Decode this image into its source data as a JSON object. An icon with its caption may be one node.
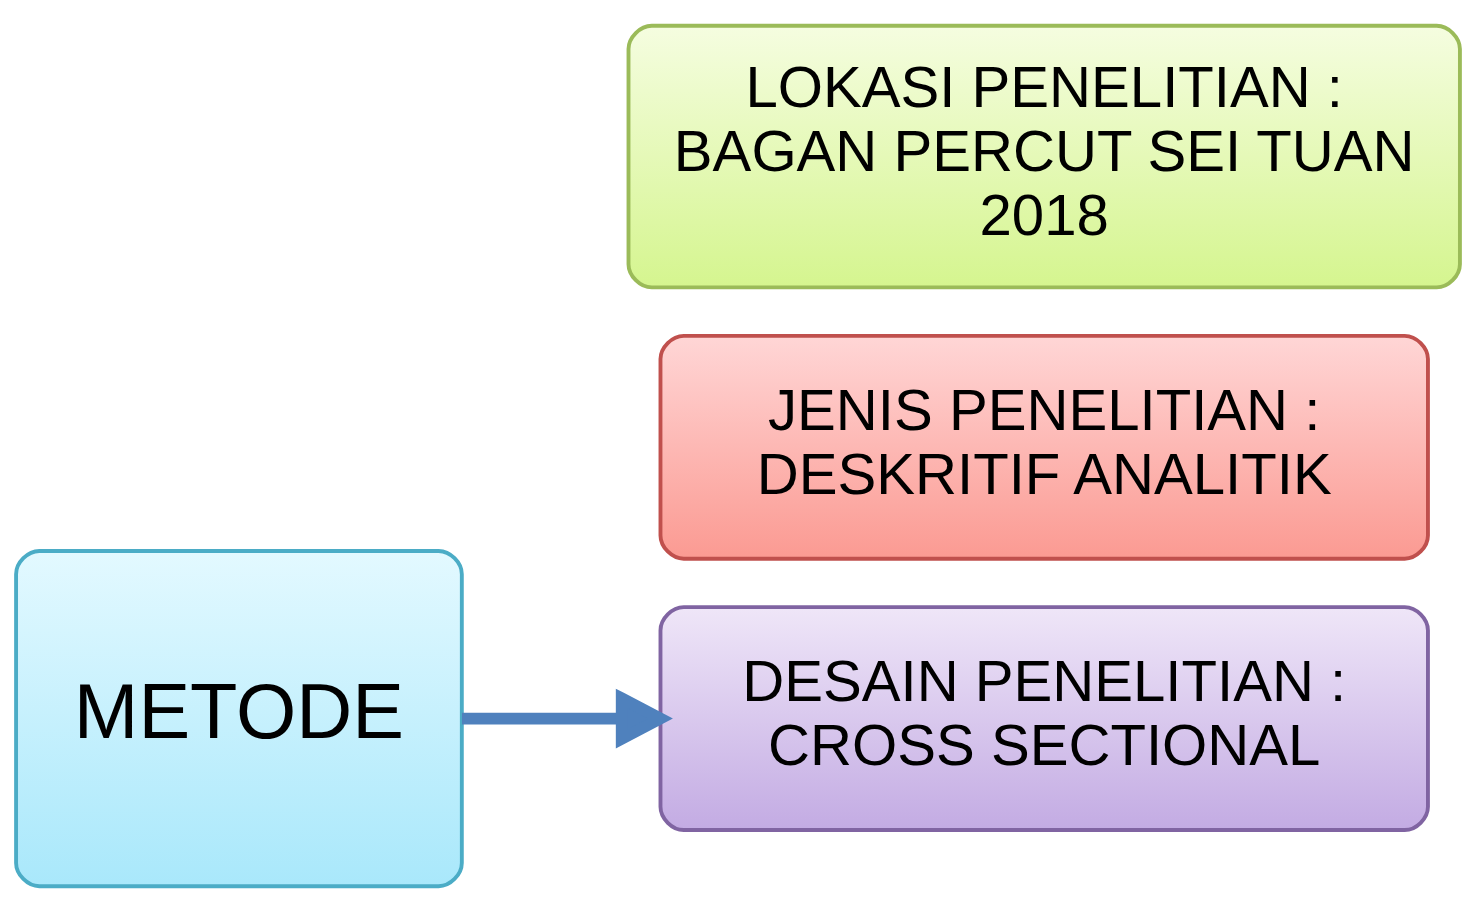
{
  "diagram": {
    "nodes": [
      {
        "text": [
          "METODE"
        ]
      },
      {
        "text": [
          "JENIS PENELITIAN : DESKRITIF ANALITIK"
        ]
      },
      {
        "text": [
          "DESAIN PENELITIAN : CROSS SECTIONAL"
        ]
      },
      {
        "text": [
          "LOKASI PENELITIAN : BAGAN PERCUT SEI TUAN 2018"
        ]
      }
    ],
    "edges": [
      {
        "from": 0,
        "to": 2,
        "arrow": "to"
      }
    ]
  }
}
